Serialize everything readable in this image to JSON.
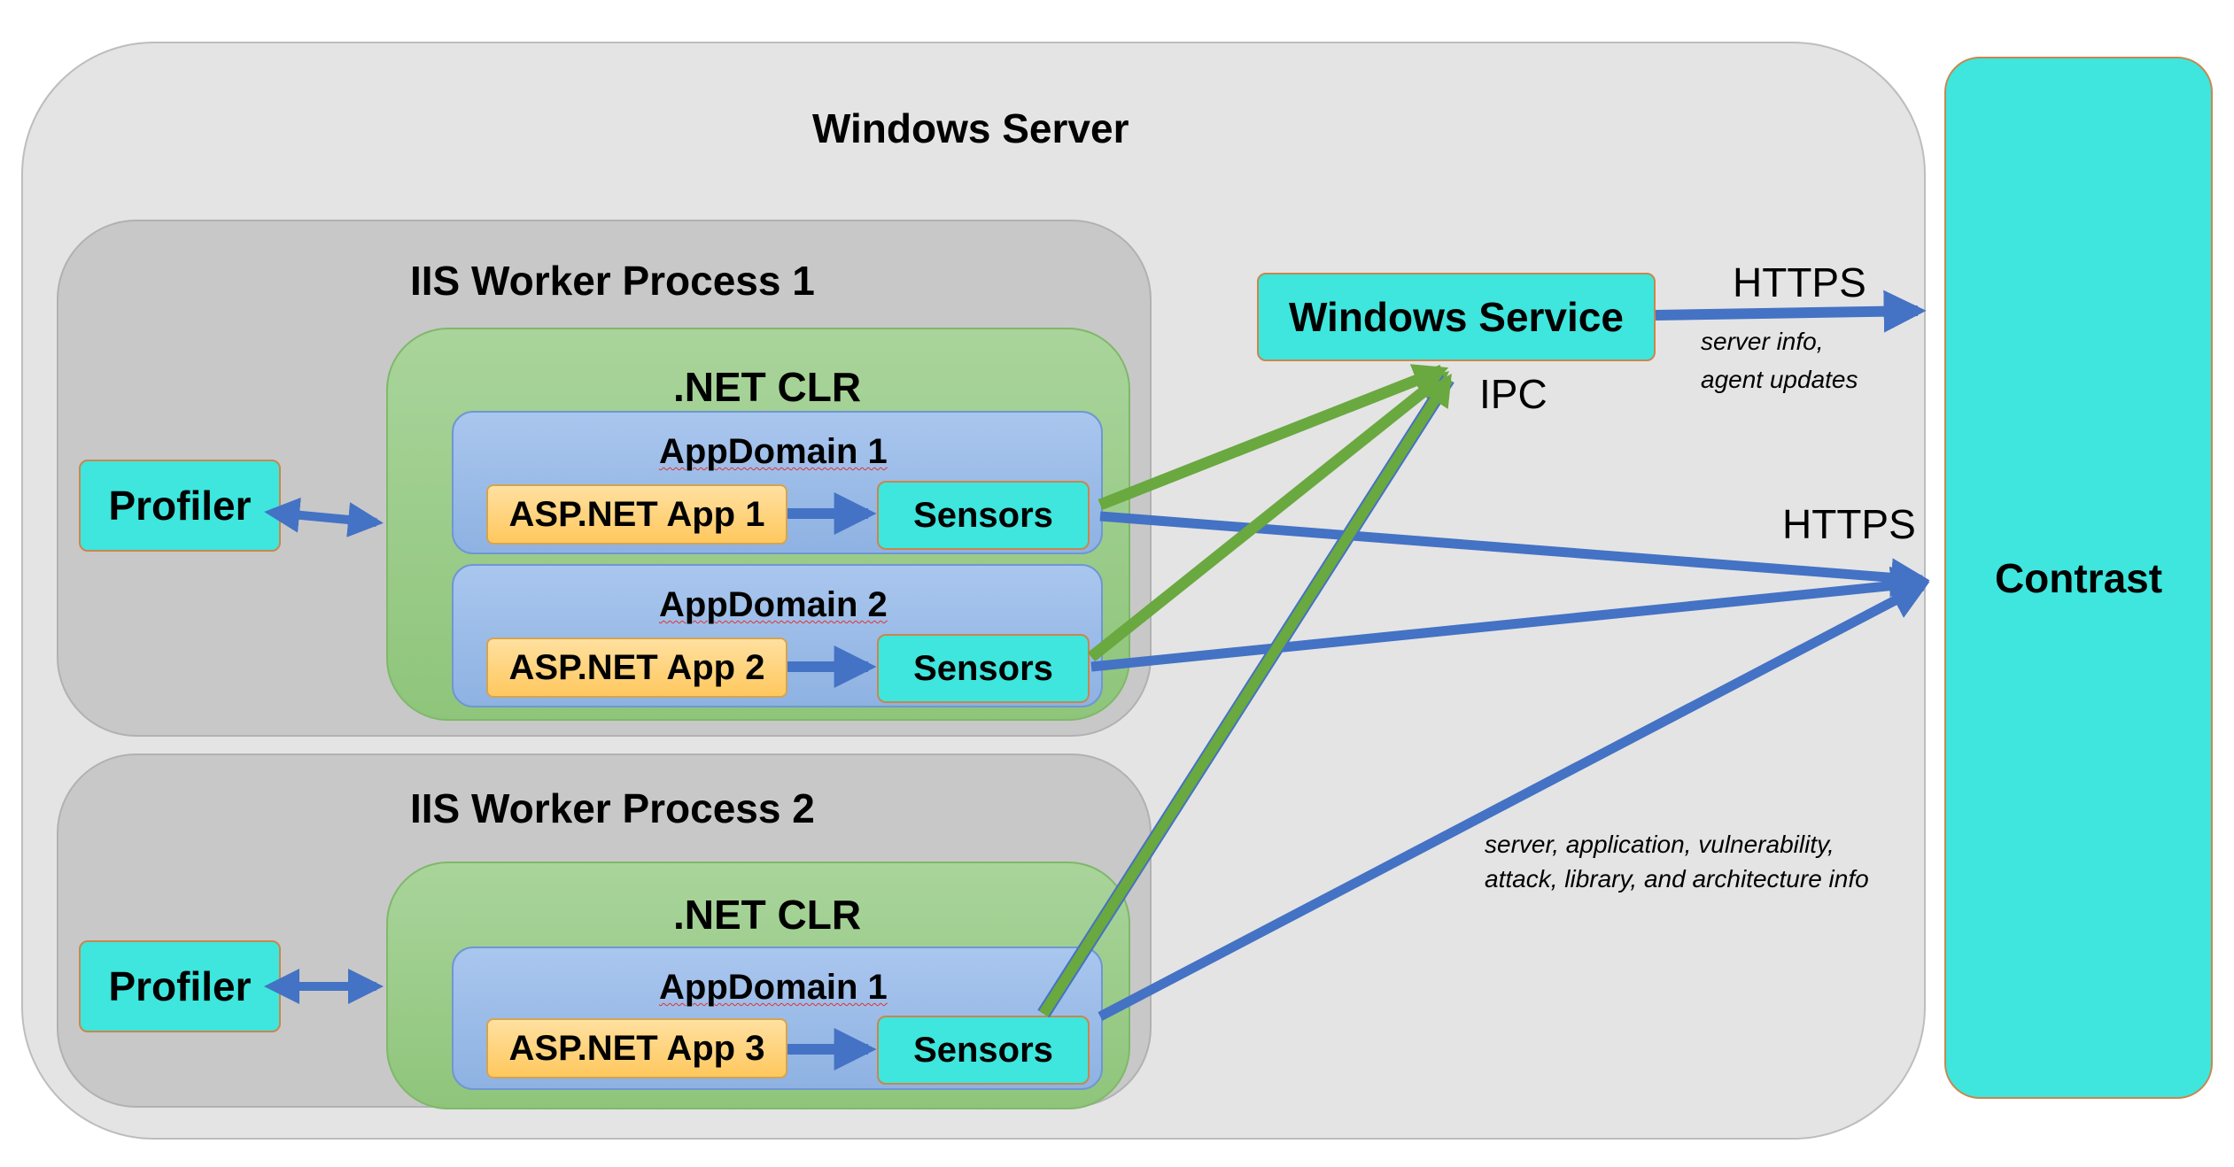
{
  "server": {
    "title": "Windows Server"
  },
  "iis_processes": [
    {
      "title": "IIS Worker Process 1",
      "profiler": "Profiler",
      "clr": ".NET CLR",
      "appdomains": [
        {
          "title": "AppDomain 1",
          "app": "ASP.NET App 1",
          "sensors": "Sensors"
        },
        {
          "title": "AppDomain 2",
          "app": "ASP.NET App 2",
          "sensors": "Sensors"
        }
      ]
    },
    {
      "title": "IIS Worker Process 2",
      "profiler": "Profiler",
      "clr": ".NET CLR",
      "appdomains": [
        {
          "title": "AppDomain 1",
          "app": "ASP.NET App 3",
          "sensors": "Sensors"
        }
      ]
    }
  ],
  "windows_service": {
    "label": "Windows Service",
    "ipc_label": "IPC"
  },
  "contrast": {
    "label": "Contrast"
  },
  "connections": {
    "service_https": {
      "label": "HTTPS",
      "note_line1": "server info,",
      "note_line2": "agent updates"
    },
    "sensor_https": {
      "label": "HTTPS",
      "note_line1": "server, application, vulnerability,",
      "note_line2": "attack, library, and architecture info"
    }
  },
  "colors": {
    "blue_arrow": "#4472c4",
    "green_arrow": "#6aa840",
    "cyan_box": "#3ee6dd",
    "orange_border": "#c8874e"
  }
}
